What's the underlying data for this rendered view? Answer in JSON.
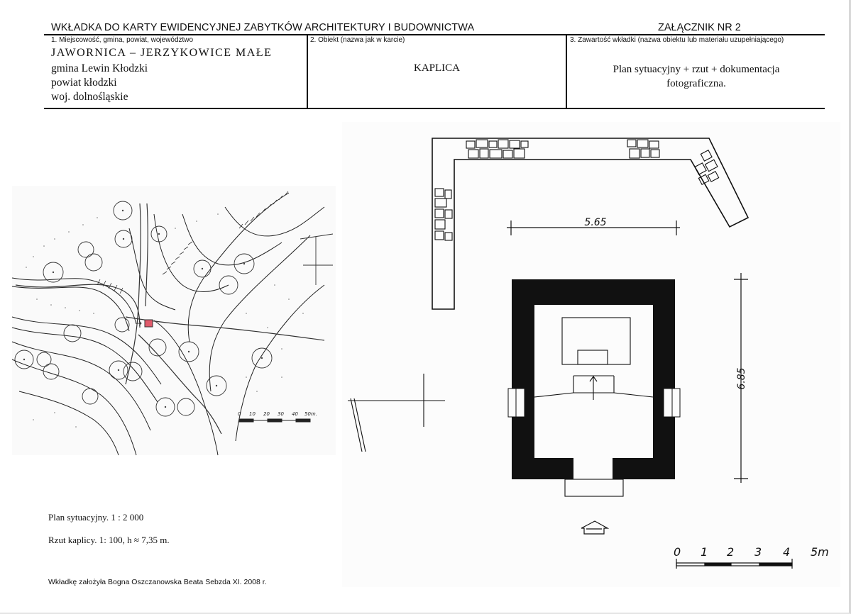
{
  "header": {
    "title": "WKŁADKA DO KARTY EWIDENCYJNEJ ZABYTKÓW ARCHITEKTURY I BUDOWNICTWA",
    "annex": "ZAŁĄCZNIK NR 2"
  },
  "fields": {
    "location_label": "1. Miejscowość, gmina, powiat, województwo",
    "object_label": "2. Obiekt (nazwa jak w karcie)",
    "contents_label": "3. Zawartość wkładki (nazwa obiektu lub materiału uzupełniającego)"
  },
  "location": {
    "place": "JAWORNICA – JERZYKOWICE MAŁE",
    "gmina": "gmina Lewin Kłodzki",
    "powiat": "powiat kłodzki",
    "wojewodztwo": "woj. dolnośląskie"
  },
  "object": {
    "name": "KAPLICA"
  },
  "contents": {
    "line1": "Plan sytuacyjny + rzut + dokumentacja",
    "line2": "fotograficzna."
  },
  "site_plan": {
    "scale_labels": [
      "0",
      "10",
      "20",
      "30",
      "40",
      "50m."
    ]
  },
  "floor_plan": {
    "width_dim": "5.65",
    "height_dim": "6.85",
    "scale_labels": [
      "0",
      "1",
      "2",
      "3",
      "4",
      "5m"
    ]
  },
  "notes": {
    "site_plan_scale": "Plan sytuacyjny. 1 : 2 000",
    "chapel_plan_scale": "Rzut kaplicy. 1: 100, h ≈ 7,35 m."
  },
  "footer": {
    "author": "Wkładkę założyła Bogna Oszczanowska  Beata Sebzda XI. 2008 r."
  },
  "colors": {
    "ink": "#111111",
    "marker": "#e05a6a"
  }
}
